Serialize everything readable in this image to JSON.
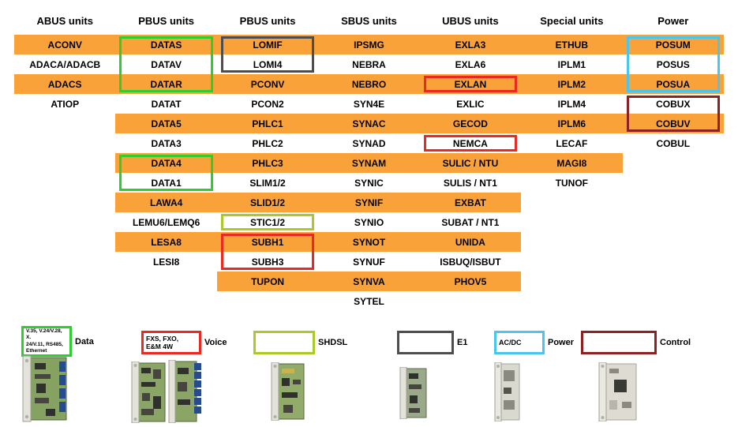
{
  "columns": [
    "ABUS units",
    "PBUS units",
    "PBUS units",
    "SBUS units",
    "UBUS units",
    "Special units",
    "Power"
  ],
  "rows": [
    [
      "ACONV",
      "DATAS",
      "LOMIF",
      "IPSMG",
      "EXLA3",
      "ETHUB",
      "POSUM"
    ],
    [
      "ADACA/ADACB",
      "DATAV",
      "LOMI4",
      "NEBRA",
      "EXLA6",
      "IPLM1",
      "POSUS"
    ],
    [
      "ADACS",
      "DATAR",
      "PCONV",
      "NEBRO",
      "EXLAN",
      "IPLM2",
      "POSUA"
    ],
    [
      "ATIOP",
      "DATAT",
      "PCON2",
      "SYN4E",
      "EXLIC",
      "IPLM4",
      "COBUX"
    ],
    [
      "",
      "DATA5",
      "PHLC1",
      "SYNAC",
      "GECOD",
      "IPLM6",
      "COBUV"
    ],
    [
      "",
      "DATA3",
      "PHLC2",
      "SYNAD",
      "NEMCA",
      "LECAF",
      "COBUL"
    ],
    [
      "",
      "DATA4",
      "PHLC3",
      "SYNAM",
      "SULIC / NTU",
      "MAGI8",
      ""
    ],
    [
      "",
      "DATA1",
      "SLIM1/2",
      "SYNIC",
      "SULIS / NT1",
      "TUNOF",
      ""
    ],
    [
      "",
      "LAWA4",
      "SLID1/2",
      "SYNIF",
      "EXBAT",
      "",
      ""
    ],
    [
      "",
      "LEMU6/LEMQ6",
      "STIC1/2",
      "SYNIO",
      "SUBAT / NT1",
      "",
      ""
    ],
    [
      "",
      "LESA8",
      "SUBH1",
      "SYNOT",
      "UNIDA",
      "",
      ""
    ],
    [
      "",
      "LESI8",
      "SUBH3",
      "SYNUF",
      "ISBUQ/ISBUT",
      "",
      ""
    ],
    [
      "",
      "",
      "TUPON",
      "SYNVA",
      "PHOV5",
      "",
      ""
    ],
    [
      "",
      "",
      "",
      "SYTEL",
      "",
      "",
      ""
    ]
  ],
  "colors": {
    "orange": "#F9A23A",
    "green": "#2fce2f",
    "red": "#ea2a21",
    "cyan": "#4ac6ee",
    "maroon": "#8e2222",
    "dark": "#4d4d4d",
    "olive": "#abc927"
  },
  "outlines": [
    {
      "color": "green",
      "col": 1,
      "rowStart": 0,
      "rowEnd": 2
    },
    {
      "color": "dark",
      "col": 2,
      "rowStart": 0,
      "rowEnd": 1
    },
    {
      "color": "red",
      "col": 4,
      "rowStart": 2,
      "rowEnd": 2
    },
    {
      "color": "red",
      "col": 4,
      "rowStart": 5,
      "rowEnd": 5
    },
    {
      "color": "green",
      "col": 1,
      "rowStart": 6,
      "rowEnd": 7
    },
    {
      "color": "olive",
      "col": 2,
      "rowStart": 9,
      "rowEnd": 9
    },
    {
      "color": "red",
      "col": 2,
      "rowStart": 10,
      "rowEnd": 11
    },
    {
      "color": "cyan",
      "col": 6,
      "rowStart": 0,
      "rowEnd": 2
    },
    {
      "color": "maroon",
      "col": 6,
      "rowStart": 3,
      "rowEnd": 4
    }
  ],
  "legend": [
    {
      "color": "green",
      "box_lines": [
        "V.35, V.24/V.28, X.",
        "24/V.11, RS485,",
        "Ethernet"
      ],
      "label": "Data"
    },
    {
      "color": "red",
      "box_lines": [
        "FXS, FXO,",
        "E&M 4W"
      ],
      "label": "Voice"
    },
    {
      "color": "olive",
      "box_lines": [],
      "label": "SHDSL"
    },
    {
      "color": "dark",
      "box_lines": [],
      "label": "E1"
    },
    {
      "color": "cyan",
      "box_lines": [
        "AC/DC"
      ],
      "label": "Power"
    },
    {
      "color": "maroon",
      "box_lines": [],
      "label": "Control"
    }
  ]
}
